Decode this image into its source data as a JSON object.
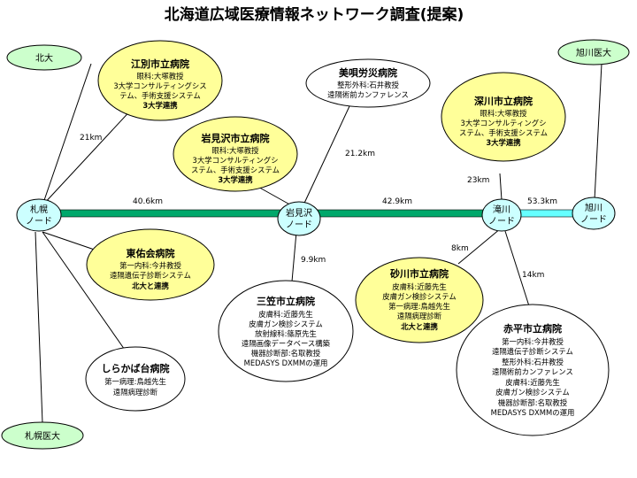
{
  "title": "北海道広域医療情報ネットワーク調査(提案)",
  "nodes": {
    "sapporo": [
      "札幌",
      "ノード"
    ],
    "iwamizawa": [
      "岩見沢",
      "ノード"
    ],
    "takikawa": [
      "滝川",
      "ノード"
    ],
    "asahikawa": [
      "旭川",
      "ノード"
    ]
  },
  "universities": {
    "hokudai": "北大",
    "asahikawa_med": "旭川医大",
    "sapporo_med": "札幌医大"
  },
  "distances": {
    "hokudai_sapporo": "21km",
    "sapporo_iwamizawa": "40.6km",
    "iwamizawa_bibai": "21.2km",
    "iwamizawa_takikawa": "42.9km",
    "takikawa_fukagawa": "23km",
    "takikawa_asahikawa": "53.3km",
    "iwamizawa_mikasa": "9.9km",
    "takikawa_sunagawa": "8km",
    "takikawa_akabira": "14km"
  },
  "hospitals": {
    "ebetsu": {
      "name": "江別市立病院",
      "lines": [
        {
          "text": "眼科:大塚教授",
          "bold": false
        },
        {
          "text": "3大学コンサルティングシス",
          "bold": false
        },
        {
          "text": "テム、手術支援システム",
          "bold": false
        },
        {
          "text": "3大学連携",
          "bold": true
        }
      ]
    },
    "bibai": {
      "name": "美唄労災病院",
      "lines": [
        {
          "text": "整形外科:石井教授",
          "bold": false
        },
        {
          "text": "遠隔術前カンファレンス",
          "bold": false
        }
      ]
    },
    "fukagawa": {
      "name": "深川市立病院",
      "lines": [
        {
          "text": "眼科:大塚教授",
          "bold": false
        },
        {
          "text": "3大学コンサルティングシ",
          "bold": false
        },
        {
          "text": "ステム、手術支援システム",
          "bold": false
        },
        {
          "text": "3大学連携",
          "bold": true
        }
      ]
    },
    "iwamizawa": {
      "name": "岩見沢市立病院",
      "lines": [
        {
          "text": "眼科:大塚教授",
          "bold": false
        },
        {
          "text": "3大学コンサルティングシ",
          "bold": false
        },
        {
          "text": "ステム、手術支援システム",
          "bold": false
        },
        {
          "text": "3大学連携",
          "bold": true
        }
      ]
    },
    "tokushukai": {
      "name": "東佑会病院",
      "lines": [
        {
          "text": "第一内科:今井教授",
          "bold": false
        },
        {
          "text": "遠隔遺伝子診断システム",
          "bold": false
        },
        {
          "text": "北大と連携",
          "bold": true
        }
      ]
    },
    "sunagawa": {
      "name": "砂川市立病院",
      "lines": [
        {
          "text": "皮膚科:近藤先生",
          "bold": false
        },
        {
          "text": "皮膚ガン検診システム",
          "bold": false
        },
        {
          "text": "第一病理:鳥越先生",
          "bold": false
        },
        {
          "text": "遠隔病理診断",
          "bold": false
        },
        {
          "text": "北大と連携",
          "bold": true
        }
      ]
    },
    "mikasa": {
      "name": "三笠市立病院",
      "lines": [
        {
          "text": "皮膚科:近藤先生",
          "bold": false
        },
        {
          "text": "皮膚ガン検診システム",
          "bold": false
        },
        {
          "text": "放射線科:篠原先生",
          "bold": false
        },
        {
          "text": "遠隔画像データベース構築",
          "bold": false
        },
        {
          "text": "機器診断部:名取教授",
          "bold": false
        },
        {
          "text": "MEDASYS DXMMの運用",
          "bold": false
        }
      ]
    },
    "akabira": {
      "name": "赤平市立病院",
      "lines": [
        {
          "text": "第一内科:今井教授",
          "bold": false
        },
        {
          "text": "遠隔遺伝子診断システム",
          "bold": false
        },
        {
          "text": "整形外科:石井教授",
          "bold": false
        },
        {
          "text": "遠隔術前カンファレンス",
          "bold": false
        },
        {
          "text": "皮膚科:近藤先生",
          "bold": false
        },
        {
          "text": "皮膚ガン検診システム",
          "bold": false
        },
        {
          "text": "機器診断部:名取教授",
          "bold": false
        },
        {
          "text": "MEDASYS DXMMの運用",
          "bold": false
        }
      ]
    },
    "shirakaba": {
      "name": "しらかば台病院",
      "lines": [
        {
          "text": "第一病理:鳥越先生",
          "bold": false
        },
        {
          "text": "遠隔病理診断",
          "bold": false
        }
      ]
    }
  },
  "colors": {
    "yellow_fill": "#ffff99",
    "green_fill": "#ccffcc",
    "node_fill": "#ccffff",
    "backbone_green": "#00a86b",
    "backbone_cyan": "#66ffff"
  }
}
